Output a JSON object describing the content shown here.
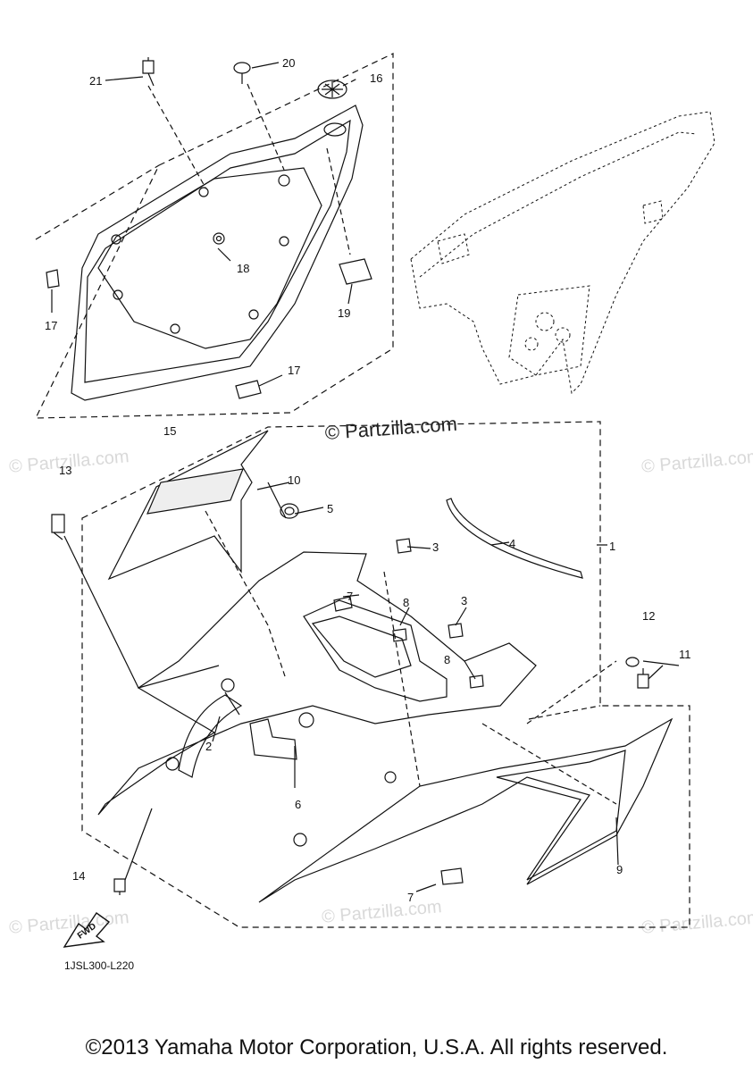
{
  "watermark": "© Partzilla.com",
  "diagram": {
    "copyright_main": "© Partzilla.com",
    "drawing_code": "1JSL300-L220",
    "fwd_label": "FWD",
    "callouts": [
      "21",
      "20",
      "16",
      "18",
      "19",
      "17",
      "17",
      "15",
      "13",
      "10",
      "5",
      "3",
      "4",
      "1",
      "7",
      "8",
      "3",
      "8",
      "12",
      "11",
      "2",
      "6",
      "9",
      "7",
      "14"
    ]
  },
  "footer": {
    "text": "©2013 Yamaha Motor Corporation, U.S.A. All rights reserved."
  }
}
